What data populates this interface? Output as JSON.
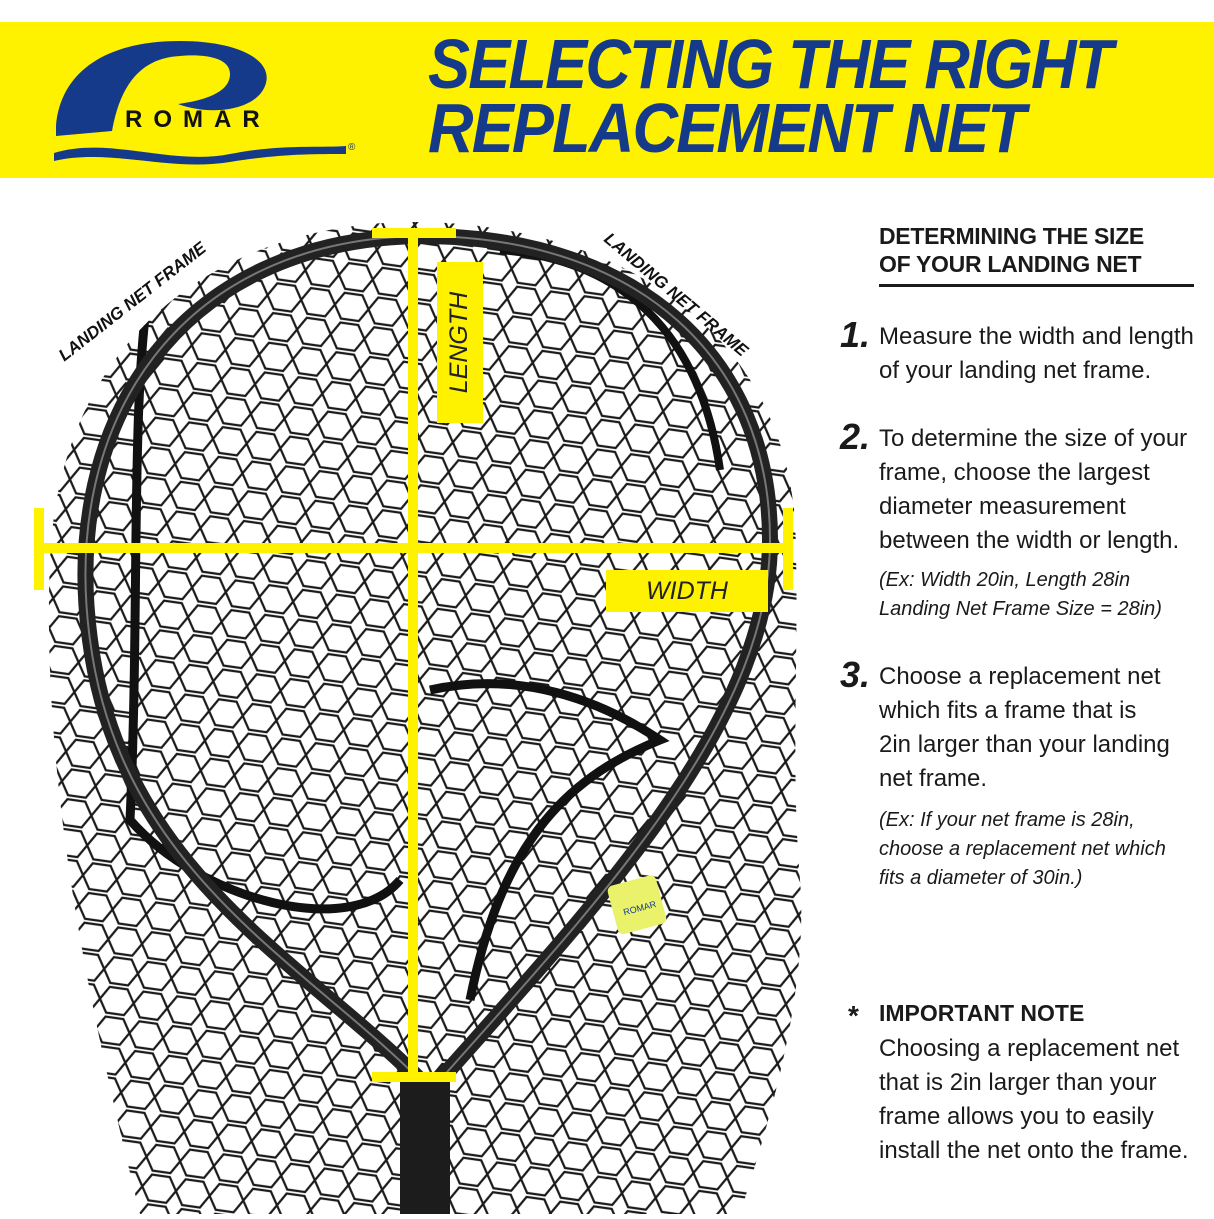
{
  "brand": {
    "name": "ROMAR",
    "registered": "®",
    "color": "#163a8a"
  },
  "header": {
    "line1": "SELECTING THE RIGHT",
    "line2": "REPLACEMENT NET",
    "background": "#fff200"
  },
  "diagram": {
    "frame_label_left": "LANDING NET FRAME",
    "frame_label_right": "LANDING NET FRAME",
    "length_label": "LENGTH",
    "width_label": "WIDTH",
    "tag_text": "ROMAR"
  },
  "instructions": {
    "heading_line1": "DETERMINING THE SIZE",
    "heading_line2": "OF YOUR LANDING NET",
    "steps": [
      {
        "number": "1.",
        "lines": [
          "Measure the width and length",
          "of your landing net frame."
        ]
      },
      {
        "number": "2.",
        "lines": [
          "To determine the size of your",
          "frame, choose the largest",
          "diameter measurement",
          "between the width or length."
        ],
        "example": [
          "(Ex: Width 20in, Length 28in",
          "Landing Net Frame Size = 28in)"
        ]
      },
      {
        "number": "3.",
        "lines": [
          "Choose a replacement net",
          "which fits a frame that is",
          "2in larger than your landing",
          "net frame."
        ],
        "example": [
          "(Ex: If your net frame is 28in,",
          "choose a replacement net which",
          "fits a diameter of 30in.)"
        ]
      }
    ],
    "note": {
      "marker": "*",
      "title": "IMPORTANT NOTE",
      "lines": [
        "Choosing a replacement net",
        "that is 2in larger than your",
        "frame allows you to easily",
        "install the net onto the frame."
      ]
    }
  }
}
